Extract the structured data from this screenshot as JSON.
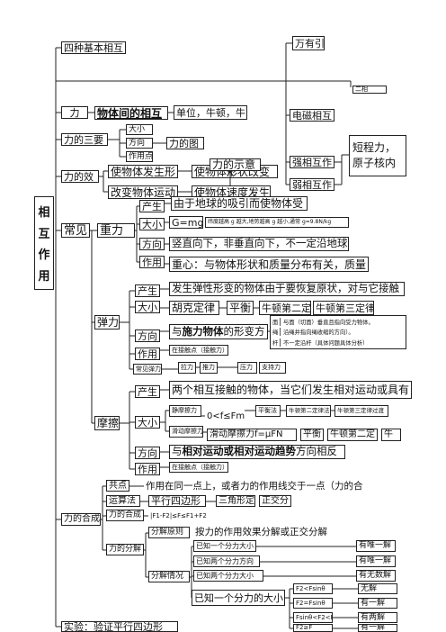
{
  "title": [
    "相",
    "互",
    "作",
    "用"
  ],
  "fundamental": {
    "label": "四种基本相互",
    "gravitation": "万有引",
    "fragment": "二相",
    "electromagnetic": "电磁相互",
    "strong": "强相互作",
    "weak": "弱相互作",
    "short_range": "短程力，原子核内"
  },
  "force": {
    "label": "力",
    "definition": "物体间的相互",
    "unit": "单位，牛顿，牛"
  },
  "three_elements": {
    "label": "力的三要",
    "items": [
      "大小",
      "方向",
      "作用点"
    ],
    "diagram": "力的图",
    "sketch": "力的示意"
  },
  "effects": {
    "label": "力的效",
    "deform": "使物体发生形",
    "deform_detail": "使物体形状改变",
    "motion": "改变物体运动",
    "motion_detail": "使物体速度发生"
  },
  "common": {
    "label": "常见"
  },
  "gravity": {
    "label": "重力",
    "rows": [
      "产生",
      "大小",
      "方向",
      "作用"
    ],
    "cause": "由于地球的吸引而使物体受",
    "formula": "G=mg",
    "formula_note": "纬度越高 g 越大,地势越高 g 越小,通常 g=9.8N/kg",
    "direction": "竖直向下，非垂直向下，不一定沿地球",
    "center": "重心：与物体形状和质量分布有关，质量"
  },
  "elastic": {
    "label": "弹力",
    "rows": [
      "产生",
      "大小",
      "方向",
      "作用",
      "常见弹力"
    ],
    "cause": "发生弹性形变的物体由于要恢复原状，对与它接触",
    "methods": [
      "胡克定律",
      "平衡",
      "牛顿第二定",
      "牛顿第三定律"
    ],
    "direction_pre": "与",
    "direction_bold": "施力物体",
    "direction_post": "的形变方",
    "cases": [
      {
        "k": "面",
        "v": "与面（切面）垂直且指向受力物体。"
      },
      {
        "k": "绳",
        "v": "沿绳并指向绳收缩的方向）。"
      },
      {
        "k": "杆",
        "v": "不一定沿杆（具体问题具体分析）"
      }
    ],
    "point": "在接触点（接触力）",
    "kinds": [
      "拉力",
      "推力",
      "压力",
      "支持力"
    ]
  },
  "friction": {
    "label": "摩擦",
    "rows": [
      "产生",
      "大小",
      "方向",
      "作用"
    ],
    "cause": "两个相互接触的物体，当它们发生相对运动或具有",
    "static_label": "静摩擦力",
    "static_range": "0<f≤Fm",
    "static_methods": [
      "平衡法",
      "牛顿第二定律法",
      "牛顿第三定律过渡"
    ],
    "kinetic_label": "滑动摩擦力",
    "kinetic_formula": "滑动摩擦力f=μFN",
    "kinetic_methods": [
      "平衡",
      "牛顿第二定",
      "牛"
    ],
    "direction_pre": "与",
    "direction_bold": "相对运动或相对运动趋势",
    "direction_post": "方向相反",
    "point": "在接触点（接触力）"
  },
  "composition": {
    "label": "力的合成",
    "concurrent_label": "共点",
    "concurrent": "作用在同一点上，或者力的作用线交于一点（力的合",
    "rule_label": "运算法",
    "rules": [
      "平行四边形",
      "三角形定",
      "正交分"
    ],
    "combine_label": "力的合成",
    "combine_range": "|F1-F2|≤F≤F1+F2",
    "resolve_label": "力的分解",
    "principle_label": "分解原则",
    "principle": "按力的作用效果分解或正交分解",
    "cases_label": "分解情况",
    "cases": [
      {
        "given": "已知一个分力大小",
        "result": "有唯一解"
      },
      {
        "given": "已知两个分力方向",
        "result": "有唯一解"
      },
      {
        "given": "已知两个分力大小",
        "result": "有无数解"
      }
    ],
    "special_given": "已知一个分力的大小",
    "special": [
      {
        "cond": "F2<Fsinθ",
        "result": "无解"
      },
      {
        "cond": "F2=Fsinθ",
        "result": "有一解"
      },
      {
        "cond": "Fsinθ<F2<F",
        "result": "有两解"
      },
      {
        "cond": "F2≥F",
        "result": "有一解"
      }
    ],
    "experiment": "实验：验证平行四边形"
  }
}
